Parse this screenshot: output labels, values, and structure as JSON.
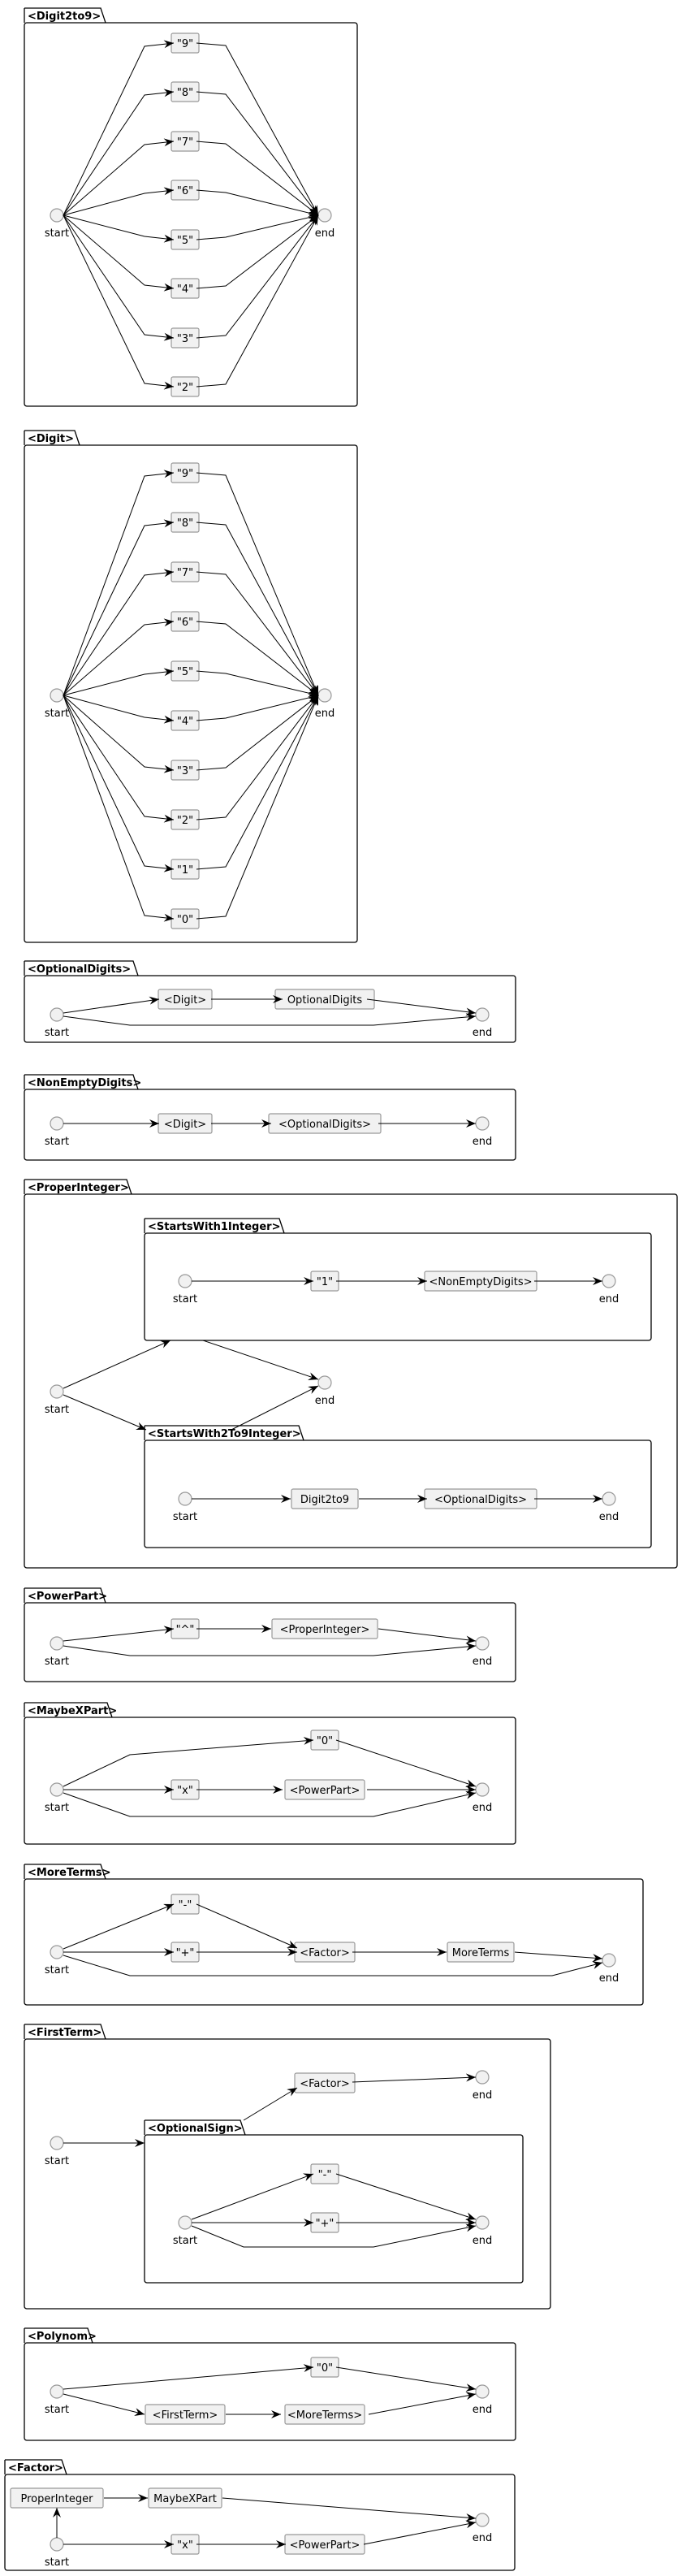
{
  "colors": {
    "line": "#000000",
    "node_fill": "#f1f1f1",
    "node_stroke": "#999999",
    "background": "#ffffff"
  },
  "packages": [
    {
      "title": "<Digit2to9>",
      "nodes": [
        "\"9\"",
        "\"8\"",
        "\"7\"",
        "\"6\"",
        "\"5\"",
        "\"4\"",
        "\"3\"",
        "\"2\""
      ],
      "start": "start",
      "end": "end"
    },
    {
      "title": "<Digit>",
      "nodes": [
        "\"9\"",
        "\"8\"",
        "\"7\"",
        "\"6\"",
        "\"5\"",
        "\"4\"",
        "\"3\"",
        "\"2\"",
        "\"1\"",
        "\"0\""
      ],
      "start": "start",
      "end": "end"
    },
    {
      "title": "<OptionalDigits>",
      "nodes": [
        "<Digit>",
        "OptionalDigits"
      ],
      "start": "start",
      "end": "end"
    },
    {
      "title": "<NonEmptyDigits>",
      "nodes": [
        "<Digit>",
        "<OptionalDigits>"
      ],
      "start": "start",
      "end": "end"
    },
    {
      "title": "<ProperInteger>",
      "start": "start",
      "end": "end",
      "subpackages": [
        {
          "title": "<StartsWith1Integer>",
          "nodes": [
            "\"1\"",
            "<NonEmptyDigits>"
          ],
          "start": "start",
          "end": "end"
        },
        {
          "title": "<StartsWith2To9Integer>",
          "nodes": [
            "Digit2to9",
            "<OptionalDigits>"
          ],
          "start": "start",
          "end": "end"
        }
      ]
    },
    {
      "title": "<PowerPart>",
      "nodes": [
        "\"^\"",
        "<ProperInteger>"
      ],
      "start": "start",
      "end": "end"
    },
    {
      "title": "<MaybeXPart>",
      "nodes": [
        "\"0\"",
        "\"x\"",
        "<PowerPart>"
      ],
      "start": "start",
      "end": "end"
    },
    {
      "title": "<MoreTerms>",
      "nodes": [
        "\"-\"",
        "\"+\"",
        "<Factor>",
        "MoreTerms"
      ],
      "start": "start",
      "end": "end"
    },
    {
      "title": "<FirstTerm>",
      "nodes": [
        "<Factor>"
      ],
      "start": "start",
      "end": "end",
      "subpackages": [
        {
          "title": "<OptionalSign>",
          "nodes": [
            "\"-\"",
            "\"+\""
          ],
          "start": "start",
          "end": "end"
        }
      ]
    },
    {
      "title": "<Polynom>",
      "nodes": [
        "\"0\"",
        "<FirstTerm>",
        "<MoreTerms>"
      ],
      "start": "start",
      "end": "end"
    },
    {
      "title": "<Factor>",
      "nodes": [
        "ProperInteger",
        "MaybeXPart",
        "\"x\"",
        "<PowerPart>"
      ],
      "start": "start",
      "end": "end"
    }
  ]
}
